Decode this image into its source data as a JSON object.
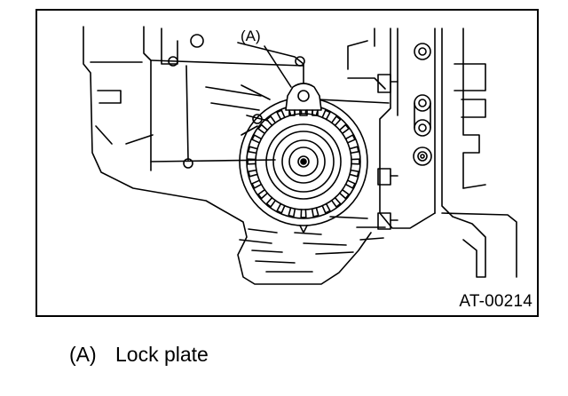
{
  "figure": {
    "callout": "(A)",
    "id": "AT-00214",
    "stroke": "#000000",
    "background": "#ffffff"
  },
  "legend": [
    {
      "code": "(A)",
      "label": "Lock plate"
    }
  ]
}
